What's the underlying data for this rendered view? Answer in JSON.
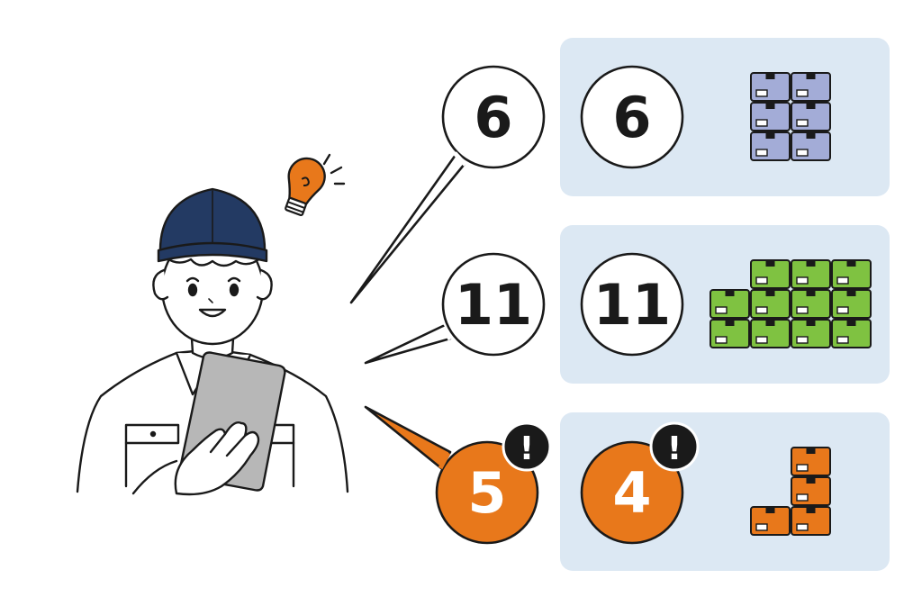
{
  "colors": {
    "panel": "#dce8f3",
    "navy": "#233a63",
    "orange": "#e8781b",
    "blue_box": "#a3acd7",
    "green_box": "#7fc241",
    "orange_box": "#e8781b",
    "tablet": "#b7b7b7",
    "outline": "#1a1a1a"
  },
  "rows": [
    {
      "said_count": "6",
      "actual_count": "6",
      "boxes": 6,
      "box_color": "blue",
      "alert": false
    },
    {
      "said_count": "11",
      "actual_count": "11",
      "boxes": 11,
      "box_color": "green",
      "alert": false
    },
    {
      "said_count": "5",
      "actual_count": "4",
      "boxes": 4,
      "box_color": "orange",
      "alert": true,
      "alert_symbol": "!"
    }
  ],
  "icons": {
    "worker": "worker-with-tablet-icon",
    "idea": "lightbulb-icon",
    "box": "cardboard-box-icon",
    "alert": "exclamation-icon"
  }
}
